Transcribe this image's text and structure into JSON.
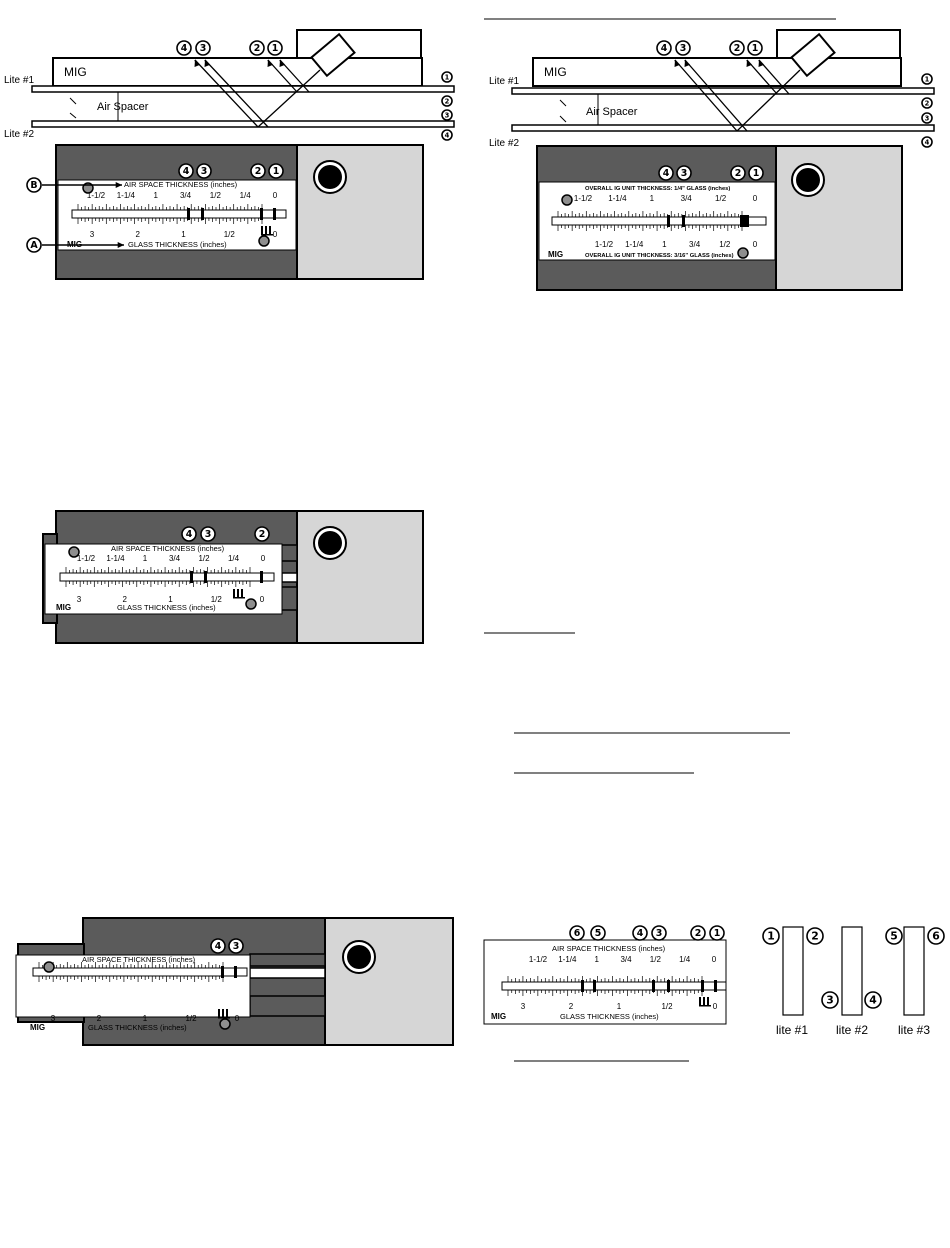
{
  "labels": {
    "mig": "MIG",
    "lite1": "Lite #1",
    "lite2": "Lite #2",
    "air_spacer": "Air Spacer",
    "air_space_thickness": "AIR SPACE THICKNESS (inches)",
    "glass_thickness": "GLASS THICKNESS (inches)",
    "overall_quarter": "OVERALL IG UNIT THICKNESS:  1/4\" GLASS (inches)",
    "overall_3_16": "OVERALL IG UNIT THICKNESS:  3/16\" GLASS (inches)",
    "marker_a": "A",
    "marker_b": "B",
    "lite_a": "lite #1",
    "lite_b": "lite #2",
    "lite_c": "lite #3"
  },
  "air_ticks": [
    "1-1/2",
    "1-1/4",
    "1",
    "3/4",
    "1/2",
    "1/4",
    "0"
  ],
  "glass_ticks": [
    "3",
    "2",
    "1",
    "1/2",
    "0"
  ],
  "overall_top_ticks": [
    "1-1/2",
    "1-1/4",
    "1",
    "3/4",
    "1/2",
    "0"
  ],
  "overall_bottom_ticks": [
    "1-1/2",
    "1-1/4",
    "1",
    "3/4",
    "1/2",
    "0"
  ],
  "surfaces": [
    "1",
    "2",
    "3",
    "4",
    "5",
    "6"
  ]
}
